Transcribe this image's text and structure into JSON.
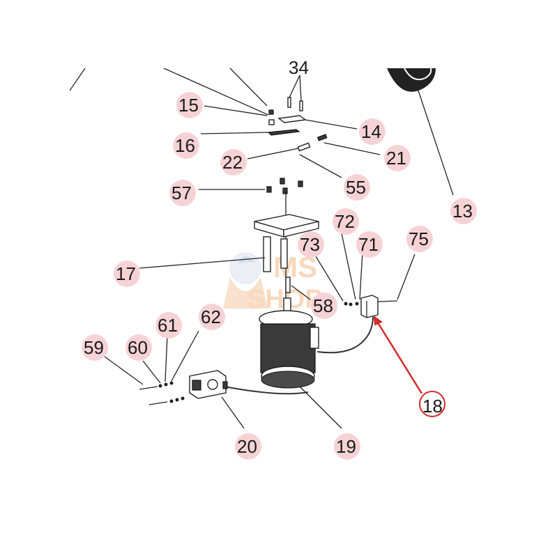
{
  "diagram": {
    "labels": [
      {
        "id": "34",
        "text": "34"
      },
      {
        "id": "15",
        "text": "15"
      },
      {
        "id": "14",
        "text": "14"
      },
      {
        "id": "16",
        "text": "16"
      },
      {
        "id": "21",
        "text": "21"
      },
      {
        "id": "22",
        "text": "22"
      },
      {
        "id": "55",
        "text": "55"
      },
      {
        "id": "13",
        "text": "13"
      },
      {
        "id": "57",
        "text": "57"
      },
      {
        "id": "72",
        "text": "72"
      },
      {
        "id": "73",
        "text": "73"
      },
      {
        "id": "71",
        "text": "71"
      },
      {
        "id": "75",
        "text": "75"
      },
      {
        "id": "17",
        "text": "17"
      },
      {
        "id": "58",
        "text": "58"
      },
      {
        "id": "61",
        "text": "61"
      },
      {
        "id": "62",
        "text": "62"
      },
      {
        "id": "59",
        "text": "59"
      },
      {
        "id": "60",
        "text": "60"
      },
      {
        "id": "18",
        "text": "18"
      },
      {
        "id": "20",
        "text": "20"
      },
      {
        "id": "19",
        "text": "19"
      }
    ],
    "highlight_label": "18",
    "colors": {
      "label_bubble": "#f6d2d6",
      "highlight": "#d42a2a",
      "line": "#222222"
    }
  },
  "watermark": {
    "text_line1": "MS",
    "text_line2": "SHOP",
    "color": "#f3b98a"
  }
}
